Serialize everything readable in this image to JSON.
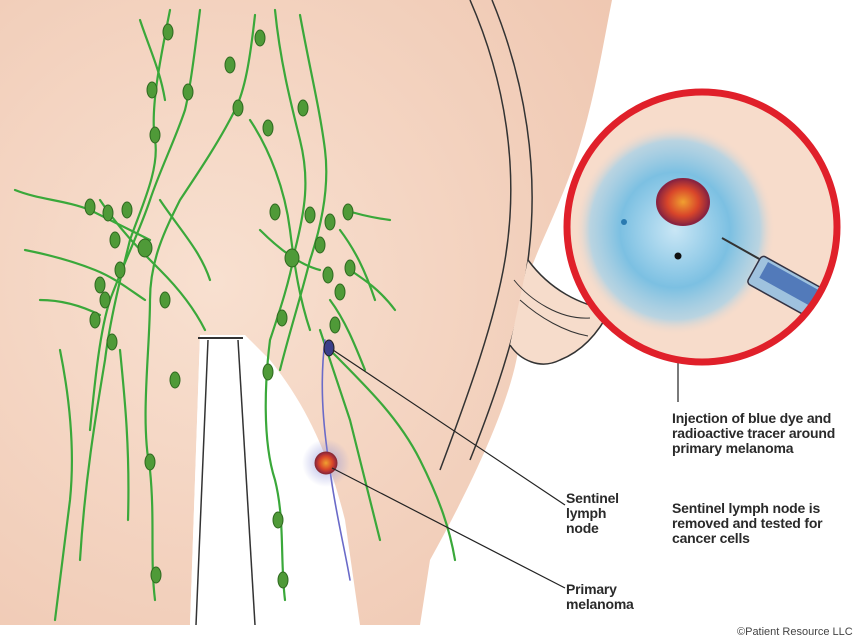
{
  "labels": {
    "injection": "Injection of blue dye and\nradioactive tracer around\nprimary melanoma",
    "removed": "Sentinel lymph node is\nremoved and tested for\ncancer cells",
    "sentinel_node": "Sentinel\nlymph\nnode",
    "primary_melanoma": "Primary\nmelanoma"
  },
  "copyright": "©Patient Resource LLC",
  "colors": {
    "skin": "#f6d7c3",
    "lymph_vessel": "#3aa83a",
    "lymph_node": "#4f9a38",
    "blue_dye": "#6fb7dc",
    "magnifier_ring": "#e0202a",
    "melanoma": "#d8452a"
  },
  "icons": {
    "syringe": "syringe-icon",
    "melanoma": "melanoma-lesion",
    "sentinel_node": "sentinel-node-marker"
  }
}
